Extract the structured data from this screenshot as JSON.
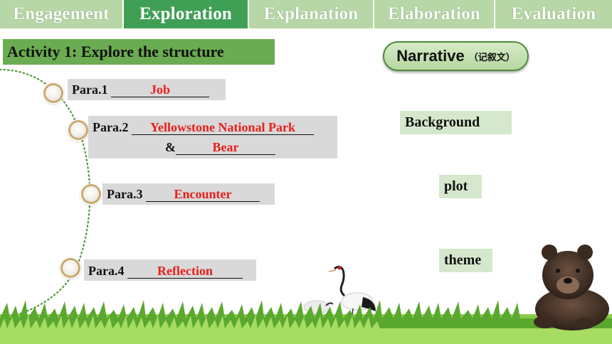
{
  "tabs": [
    {
      "label": "Engagement",
      "active": false
    },
    {
      "label": "Exploration",
      "active": true
    },
    {
      "label": "Explanation",
      "active": false
    },
    {
      "label": "Elaboration",
      "active": false
    },
    {
      "label": "Evaluation",
      "active": false
    }
  ],
  "activity_title": "Activity 1:  Explore the structure",
  "paragraphs": [
    {
      "label": "Para.1",
      "answer": "Job"
    },
    {
      "label": "Para.2",
      "answer": "Yellowstone National Park",
      "connector": "&",
      "answer2": "Bear"
    },
    {
      "label": "Para.3",
      "answer": "Encounter"
    },
    {
      "label": "Para.4",
      "answer": "Reflection"
    }
  ],
  "narrative": {
    "label": "Narrative",
    "sub": "（记叙文）"
  },
  "elements": [
    "Background",
    "plot",
    "theme"
  ],
  "colors": {
    "tab_inactive": "#b7d8a6",
    "tab_active": "#3f9f55",
    "activity_bar": "#6aac51",
    "answer_text": "#e8201c",
    "para_box": "#d9d9d9",
    "label_box": "#d5e8cd"
  }
}
